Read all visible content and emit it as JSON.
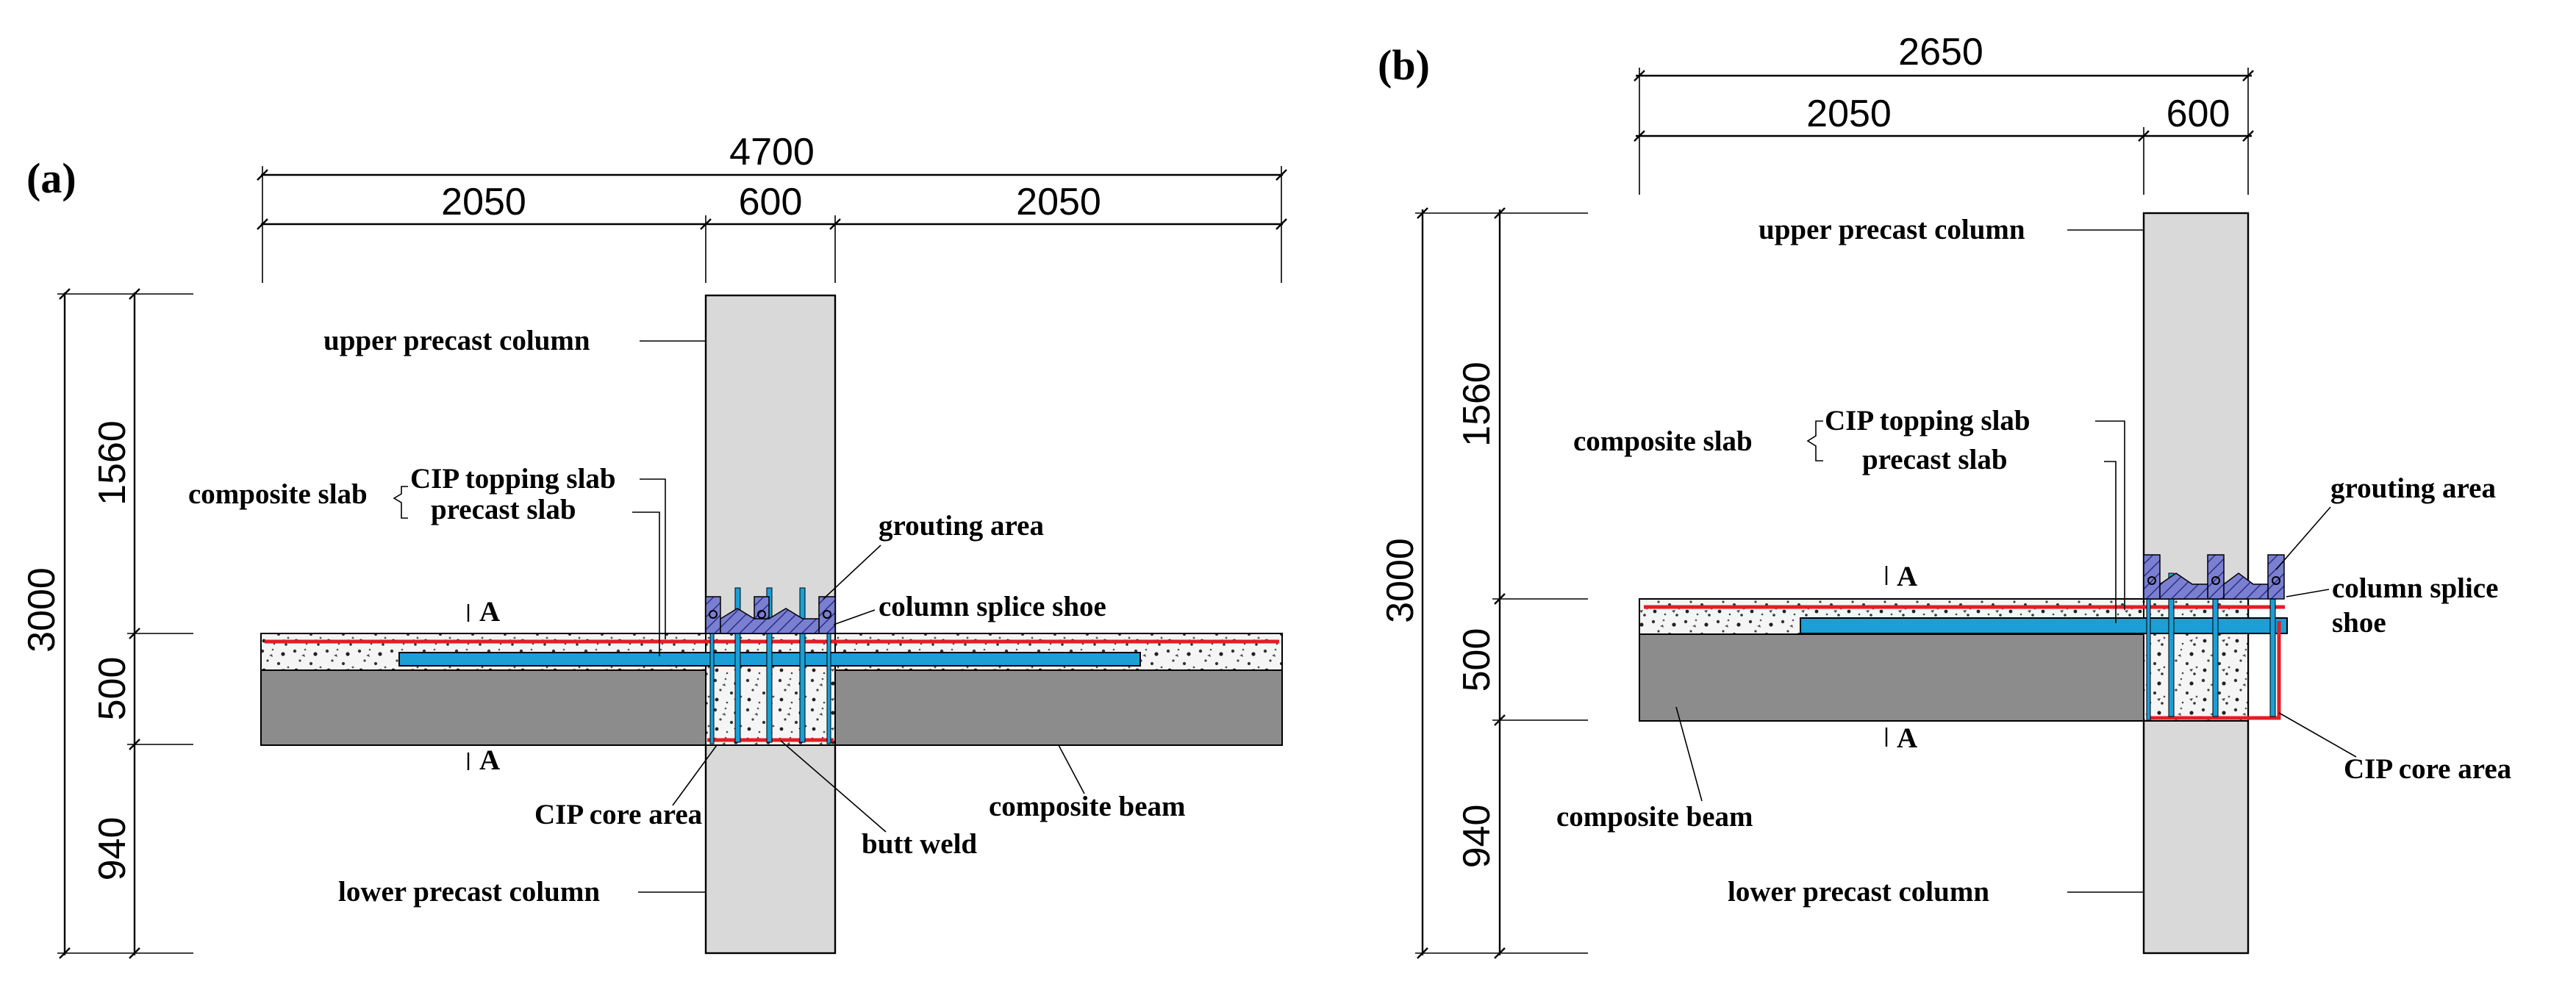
{
  "panel_a": {
    "tag": "(a)",
    "dims": {
      "total_width": "4700",
      "left_span": "2050",
      "column_width": "600",
      "right_span": "2050",
      "total_height": "3000",
      "upper_height": "1560",
      "beam_depth": "500",
      "lower_height": "940"
    },
    "labels": {
      "upper_column": "upper precast column",
      "composite_slab": "composite slab",
      "cip_topping": "CIP topping slab",
      "precast_slab": "precast slab",
      "grouting_area": "grouting area",
      "splice_shoe": "column splice shoe",
      "cip_core": "CIP core area",
      "butt_weld": "butt weld",
      "composite_beam": "composite beam",
      "lower_column": "lower precast column",
      "section_top": "A",
      "section_bottom": "A"
    }
  },
  "panel_b": {
    "tag": "(b)",
    "dims": {
      "total_width": "2650",
      "left_span": "2050",
      "column_width": "600",
      "total_height": "3000",
      "upper_height": "1560",
      "beam_depth": "500",
      "lower_height": "940"
    },
    "labels": {
      "upper_column": "upper precast column",
      "composite_slab": "composite slab",
      "cip_topping": "CIP topping slab",
      "precast_slab": "precast slab",
      "grouting_area": "grouting area",
      "splice_shoe_1": "column splice",
      "splice_shoe_2": "shoe",
      "cip_core": "CIP core area",
      "composite_beam": "composite beam",
      "lower_column": "lower precast column",
      "section_top": "A",
      "section_bottom": "A"
    }
  },
  "colors": {
    "column": "#d9d9d9",
    "beam": "#8c8c8c",
    "precast_slab": "#1b9fd6",
    "rebar": "#e31e24",
    "grout": "#7b7fd0",
    "concrete_fill": "#f2f2f2"
  }
}
